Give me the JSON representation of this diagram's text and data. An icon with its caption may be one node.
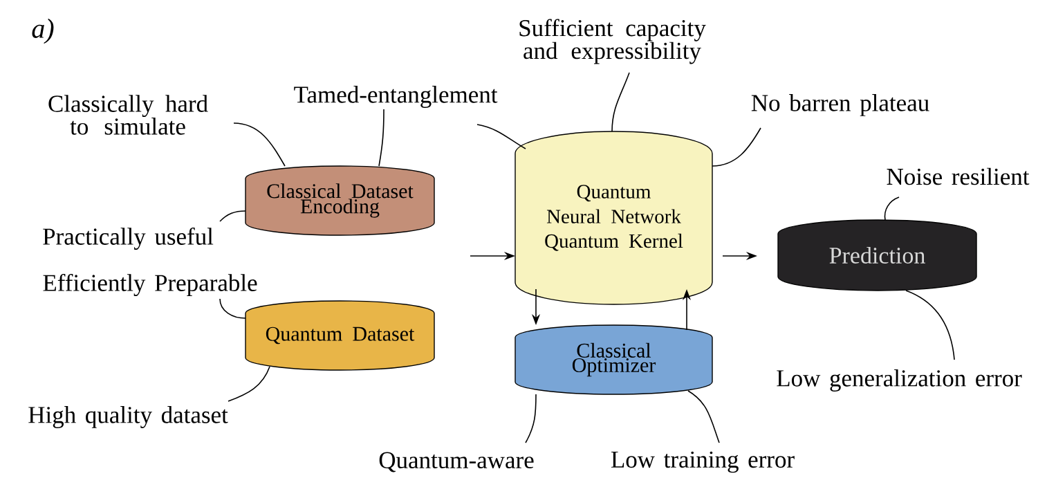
{
  "diagram": {
    "nodes": [
      {
        "text": [
          "Classical Dataset Encoding"
        ]
      },
      {
        "text": [
          "Quantum Dataset"
        ]
      },
      {
        "text": [
          "Quantum Neural Network",
          "Quantum Kernel"
        ]
      },
      {
        "text": [
          "Classical Optimizer"
        ]
      },
      {
        "text": [
          "Prediction"
        ]
      },
      {
        "text": [
          "Classically hard to simulate"
        ]
      },
      {
        "text": [
          "Tamed-entanglement"
        ]
      },
      {
        "text": [
          "Practically useful"
        ]
      },
      {
        "text": [
          "Efficiently Preparable"
        ]
      },
      {
        "text": [
          "High quality dataset"
        ]
      },
      {
        "text": [
          "Sufficient capacity and expressibility"
        ]
      },
      {
        "text": [
          "No barren plateau"
        ]
      },
      {
        "text": [
          "Noise resilient"
        ]
      },
      {
        "text": [
          "Low generalization error"
        ]
      },
      {
        "text": [
          "Quantum-aware"
        ]
      },
      {
        "text": [
          "Low training error"
        ]
      }
    ],
    "edges": [
      {
        "from": null,
        "to": 2,
        "arrow": "to"
      },
      {
        "from": 2,
        "to": 4,
        "arrow": "to"
      },
      {
        "from": 2,
        "to": 3,
        "arrow": "to"
      },
      {
        "from": 3,
        "to": 2,
        "arrow": "to"
      },
      {
        "from": 5,
        "to": 0,
        "arrow": "none"
      },
      {
        "from": 6,
        "to": 0,
        "arrow": "none"
      },
      {
        "from": 6,
        "to": 2,
        "arrow": "none"
      },
      {
        "from": 7,
        "to": 0,
        "arrow": "none"
      },
      {
        "from": 8,
        "to": 1,
        "arrow": "none"
      },
      {
        "from": 9,
        "to": 1,
        "arrow": "none"
      },
      {
        "from": 10,
        "to": 2,
        "arrow": "none"
      },
      {
        "from": 11,
        "to": 2,
        "arrow": "none"
      },
      {
        "from": 12,
        "to": 4,
        "arrow": "none"
      },
      {
        "from": 13,
        "to": 4,
        "arrow": "none"
      },
      {
        "from": 14,
        "to": 3,
        "arrow": "none"
      },
      {
        "from": 15,
        "to": 3,
        "arrow": "none"
      }
    ],
    "labels": [
      "a)"
    ]
  }
}
